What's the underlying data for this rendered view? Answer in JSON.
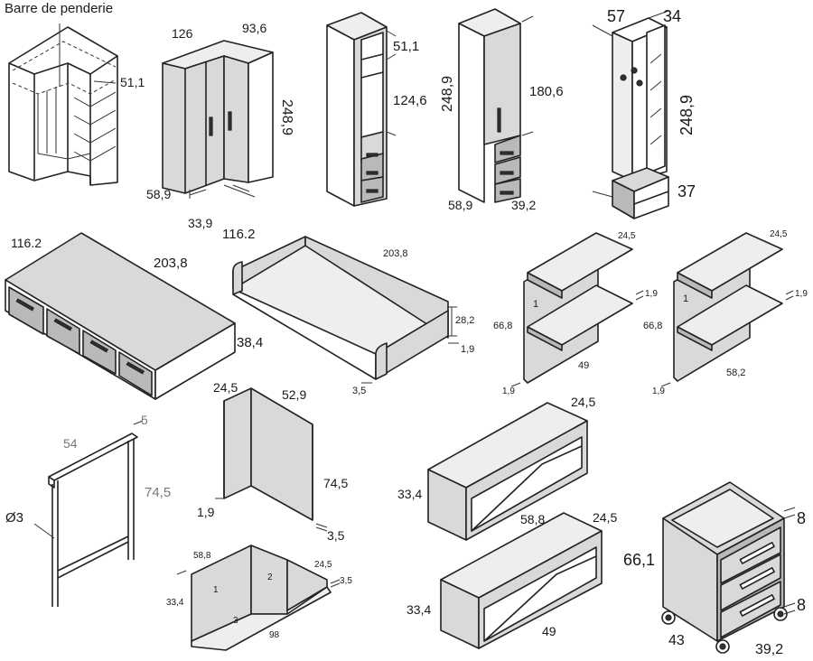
{
  "labels": {
    "barre": "Barre de penderie",
    "corner1_d": "51,1",
    "corner2_w1": "126",
    "corner2_w2": "93,6",
    "corner2_h": "248,9",
    "corner2_d": "58,9",
    "corner2_s": "33,9",
    "col1_d": "51,1",
    "col1_h": "124,6",
    "col2_h1": "248,9",
    "col2_h2": "180,6",
    "col2_w": "58,9",
    "col2_d": "39,2",
    "mir_w": "57",
    "mir_d": "34",
    "mir_h": "248,9",
    "mir_b": "37",
    "bed1_w": "116.2",
    "bed1_l": "203,8",
    "bed1_h": "38,4",
    "bed2_w": "116.2",
    "bed2_l": "203,8",
    "bed2_h": "28,2",
    "bed2_t": "1,9",
    "bed2_b": "3,5",
    "sh1_top": "24,5",
    "sh1_t": "1,9",
    "sh1_h": "66,8",
    "sh1_n": "1",
    "sh1_w": "49",
    "sh1_b": "1,9",
    "sh2_top": "24,5",
    "sh2_t": "1,9",
    "sh2_h": "66,8",
    "sh2_n": "1",
    "sh2_w": "58,2",
    "sh2_b": "1,9",
    "desk_w": "54",
    "desk_t": "5",
    "desk_h": "74,5",
    "desk_dia": "Ø3",
    "pan_w1": "24,5",
    "pan_w2": "52,9",
    "pan_h": "74,5",
    "pan_t": "1,9",
    "pan_b": "3,5",
    "cor_w": "58,8",
    "cor_d": "24,5",
    "cor_t": "3,5",
    "cor_h": "33,4",
    "cor_n1": "1",
    "cor_n2": "2",
    "cor_n3": "3",
    "cor_l": "98",
    "box1_d": "24,5",
    "box1_h": "33,4",
    "box1_w": "58,8",
    "box2_d": "24,5",
    "box2_h": "33,4",
    "box2_w": "49",
    "cab_t1": "8",
    "cab_h": "66,1",
    "cab_t2": "8",
    "cab_w": "43",
    "cab_d": "39,2"
  }
}
